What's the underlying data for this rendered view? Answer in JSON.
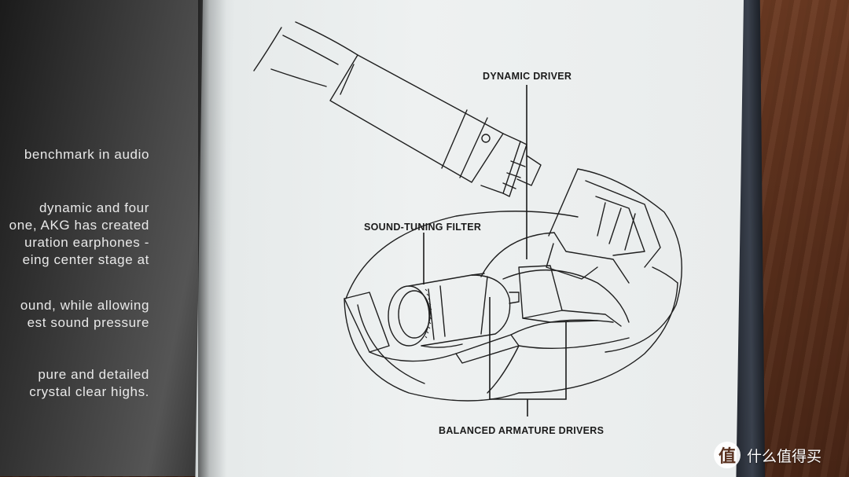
{
  "scene": {
    "subject": "open earphone manual showing an exploded earpiece illustration",
    "colors": {
      "table": "#5a3220",
      "left_page": "#3c3c3c",
      "right_page": "#eef1f1",
      "ink": "#1b1b1b"
    }
  },
  "left_page": {
    "paragraphs": [
      {
        "lines": [
          "benchmark in audio"
        ]
      },
      {
        "lines": [
          "dynamic and four",
          "one, AKG has created",
          "uration earphones -",
          "eing center stage at"
        ]
      },
      {
        "lines": [
          "ound, while allowing",
          "est sound pressure"
        ]
      },
      {
        "lines": [
          "pure and detailed",
          "crystal clear highs."
        ]
      }
    ]
  },
  "diagram": {
    "labels": {
      "dynamic_driver": "DYNAMIC DRIVER",
      "sound_tuning_filter": "SOUND-TUNING FILTER",
      "balanced_armature_drivers": "BALANCED ARMATURE DRIVERS"
    }
  },
  "watermark": {
    "logo_glyph": "值",
    "text": "什么值得买"
  }
}
